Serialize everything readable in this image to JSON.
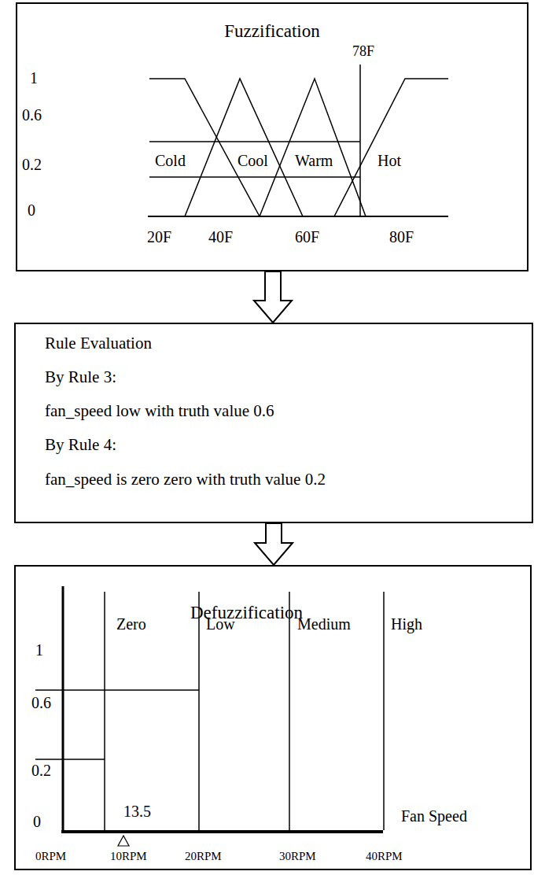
{
  "diagram": {
    "nodes": [
      {
        "text": [
          "Fuzzification"
        ]
      },
      {
        "text": [
          "Rule Evaluation",
          "By Rule 3:",
          "fan_speed low with truth value 0.6",
          "By Rule 4:",
          "fan_speed is zero zero with truth value 0.2"
        ]
      },
      {
        "text": [
          "Defuzzification"
        ]
      }
    ],
    "edges": [
      {
        "from": 0,
        "to": 1,
        "arrow": "to"
      },
      {
        "from": 1,
        "to": 2,
        "arrow": "to"
      }
    ],
    "labels": [
      "78F",
      "1",
      "0.6",
      "0.2",
      "0",
      "Cold",
      "Cool",
      "Warm",
      "Hot",
      "20F",
      "40F",
      "60F",
      "80F",
      "1",
      "0.6",
      "0.2",
      "0",
      "Zero",
      "Low",
      "Medium",
      "High",
      "13.5",
      "Fan Speed",
      "0RPM",
      "10RPM",
      "20RPM",
      "30RPM",
      "40RPM"
    ]
  }
}
